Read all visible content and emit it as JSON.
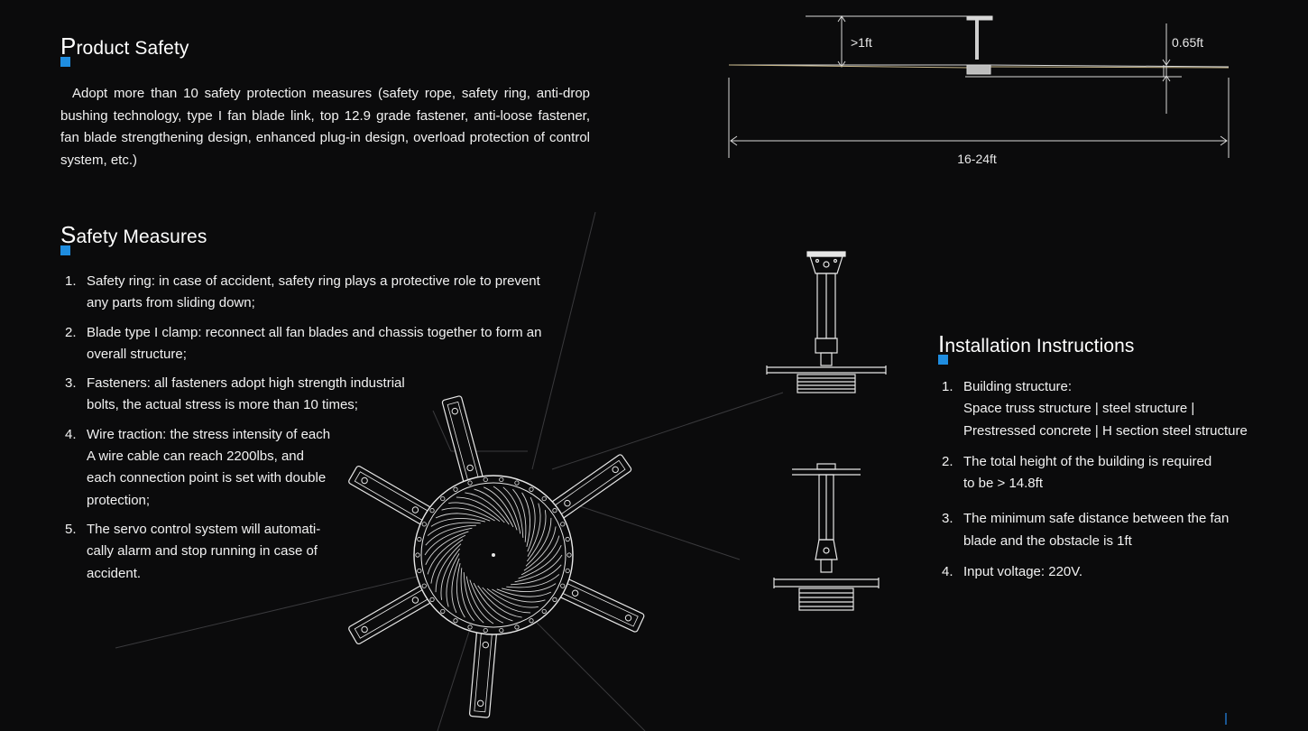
{
  "product_safety": {
    "title_initial": "P",
    "title_rest": "roduct Safety",
    "description": "Adopt more than 10 safety protection measures (safety rope, safety ring, anti-drop bushing technology, type I fan blade link, top 12.9 grade fastener, anti-loose fastener, fan blade strengthening design, enhanced plug-in design, overload protection of control system, etc.)"
  },
  "safety_measures": {
    "title_initial": "S",
    "title_rest": "afety Measures",
    "items": [
      {
        "num": "1.",
        "lines": [
          "Safety ring: in case of accident, safety ring plays a protective role to prevent",
          "any parts from sliding down;"
        ]
      },
      {
        "num": "2.",
        "lines": [
          "Blade type I clamp: reconnect all fan blades and chassis together to form an",
          "overall structure;"
        ]
      },
      {
        "num": "3.",
        "lines": [
          "Fasteners: all fasteners adopt high strength industrial",
          "bolts, the actual stress is more than 10 times;"
        ]
      },
      {
        "num": "4.",
        "lines": [
          "Wire traction: the stress intensity of each",
          "A wire cable can reach 2200lbs, and",
          "each connection point is set with double",
          "protection;"
        ]
      },
      {
        "num": "5.",
        "lines": [
          "The servo control system will automati-",
          "cally alarm and stop running in case of",
          "accident."
        ]
      }
    ]
  },
  "installation": {
    "title_initial": "I",
    "title_rest": "nstallation Instructions",
    "items": [
      {
        "num": "1.",
        "lines": [
          "Building structure:",
          "Space truss structure | steel structure |",
          "Prestressed concrete | H section steel structure"
        ]
      },
      {
        "num": "2.",
        "lines": [
          "The total height of the building is required",
          "to be > 14.8ft"
        ]
      },
      {
        "num": "3.",
        "lines": [
          "The minimum safe distance between the fan",
          "blade and the obstacle is 1ft"
        ]
      },
      {
        "num": "4.",
        "lines": [
          "Input voltage: 220V."
        ]
      }
    ]
  },
  "dimensions": {
    "top_clearance": ">1ft",
    "blade_drop": "0.65ft",
    "span": "16-24ft"
  },
  "colors": {
    "accent": "#1f8de0",
    "background": "#0b0b0c",
    "text": "#f2f2f2"
  }
}
